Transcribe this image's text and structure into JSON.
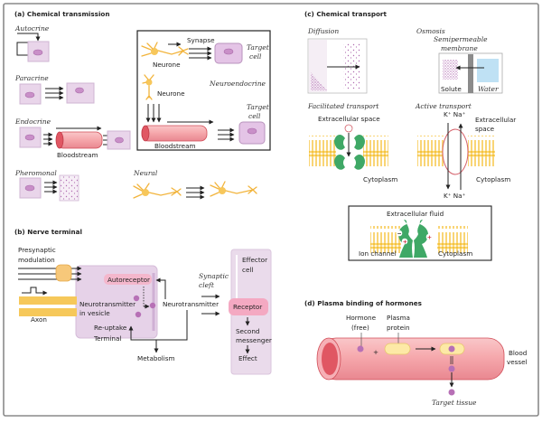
{
  "figure": {
    "panels": {
      "a": {
        "heading": "(a)  Chemical transmission",
        "autocrine": "Autocrine",
        "paracrine": "Paracrine",
        "endocrine": "Endocrine",
        "pheromonal": "Pheromonal",
        "neural": "Neural",
        "bloodstream_endocrine": "Bloodstream",
        "neuroendocrine_box": {
          "synapse": "Synapse",
          "neurone_1": "Neurone",
          "neurone_2": "Neurone",
          "target_cell_1_line1": "Target",
          "target_cell_1_line2": "cell",
          "label": "Neuroendocrine",
          "target_cell_2_line1": "Target",
          "target_cell_2_line2": "cell",
          "bloodstream": "Bloodstream"
        }
      },
      "b": {
        "heading": "(b)  Nerve terminal",
        "presynaptic_line1": "Presynaptic",
        "presynaptic_line2": "modulation",
        "axon": "Axon",
        "autoreceptor": "Autoreceptor",
        "ntv_line1": "Neurotransmitter",
        "ntv_line2": "in vesicle",
        "neurotransmitter": "Neurotransmitter",
        "reuptake": "Re-uptake",
        "terminal": "Terminal",
        "metabolism": "Metabolism",
        "synaptic_line1": "Synaptic",
        "synaptic_line2": "cleft",
        "effector_line1": "Effector",
        "effector_line2": "cell",
        "receptor": "Receptor",
        "second_line1": "Second",
        "second_line2": "messenger",
        "effect": "Effect"
      },
      "c": {
        "heading": "(c)  Chemical transport",
        "diffusion": "Diffusion",
        "osmosis": "Osmosis",
        "semi_line1": "Semipermeable",
        "semi_line2": "membrane",
        "solute": "Solute",
        "water": "Water",
        "facilitated": "Facilitated transport",
        "fac_extracellular": "Extracellular space",
        "fac_cytoplasm": "Cytoplasm",
        "active": "Active transport",
        "ions_top": "K⁺  Na⁺",
        "act_extra_line1": "Extracellular",
        "act_extra_line2": "space",
        "act_cytoplasm": "Cytoplasm",
        "ions_bottom": "K⁺  Na⁺",
        "ion_box": {
          "fluid": "Extracellular fluid",
          "ion_channel": "Ion channel",
          "cytoplasm": "Cytoplasm",
          "minus": "−",
          "plus": "+"
        }
      },
      "d": {
        "heading": "(d)  Plasma binding of hormones",
        "hormone_line1": "Hormone",
        "hormone_line2": "(free)",
        "plasma_line1": "Plasma",
        "plasma_line2": "protein",
        "plus": "+",
        "blood_line1": "Blood",
        "blood_line2": "vessel",
        "target_tissue": "Target tissue"
      }
    },
    "colors": {
      "cell_fill": "#e9d5ea",
      "nucleus": "#c98fc8",
      "vessel": "#f4a3a8",
      "neuron": "#f2b43c",
      "protein": "#3fa866",
      "membrane": "#f6c33b",
      "receptor": "#f5b6c8",
      "water": "#bfe1f4"
    }
  }
}
